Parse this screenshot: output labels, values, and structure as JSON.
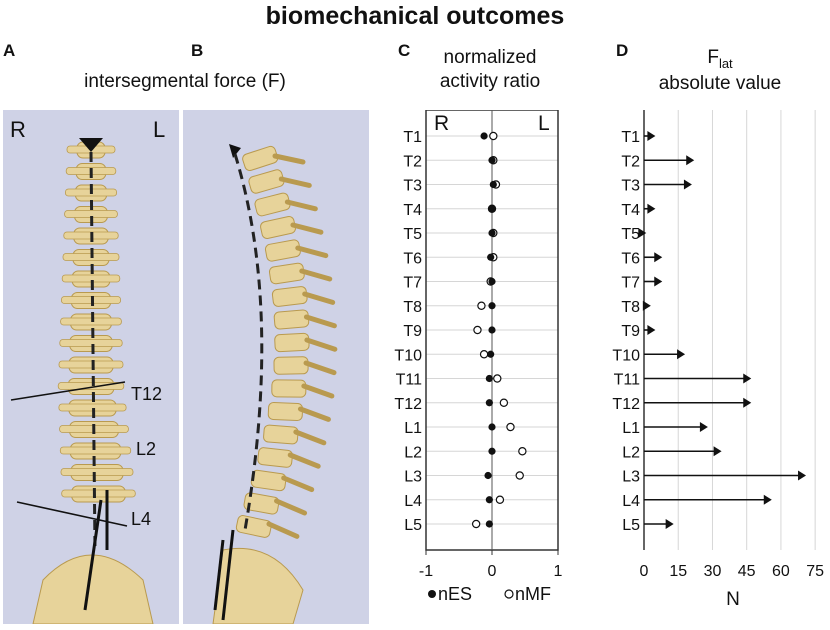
{
  "figure": {
    "title": "biomechanical outcomes",
    "panels": {
      "A": {
        "letter": "A",
        "title": "intersegmental force (F)",
        "side_left": "R",
        "side_right": "L"
      },
      "B": {
        "letter": "B"
      },
      "C": {
        "letter": "C",
        "title_line1": "normalized",
        "title_line2": "activity ratio"
      },
      "D": {
        "letter": "D",
        "title_main": "F",
        "title_sub": "lat",
        "title_line2": "absolute value"
      }
    },
    "annotations": [
      "T12",
      "L2",
      "L4"
    ],
    "colors": {
      "bone": "#e7d39a",
      "bone_dark": "#b99a4f",
      "photo_bg": "#cfd2e6",
      "grid": "#d6d6d6",
      "ink": "#111111"
    }
  },
  "chart_data": [
    {
      "type": "scatter",
      "panel": "C",
      "title": "normalized activity ratio",
      "categories": [
        "T1",
        "T2",
        "T3",
        "T4",
        "T5",
        "T6",
        "T7",
        "T8",
        "T9",
        "T10",
        "T11",
        "T12",
        "L1",
        "L2",
        "L3",
        "L4",
        "L5"
      ],
      "series": [
        {
          "name": "nES",
          "marker": "filled-circle",
          "values": [
            -0.12,
            0.0,
            0.02,
            0.0,
            0.0,
            -0.02,
            0.0,
            0.0,
            0.0,
            -0.02,
            -0.04,
            -0.04,
            0.0,
            0.0,
            -0.06,
            -0.04,
            -0.04
          ]
        },
        {
          "name": "nMF",
          "marker": "open-circle",
          "values": [
            0.02,
            0.02,
            0.06,
            0.0,
            0.02,
            0.02,
            -0.02,
            -0.16,
            -0.22,
            -0.12,
            0.08,
            0.18,
            0.28,
            0.46,
            0.42,
            0.12,
            -0.24
          ]
        }
      ],
      "xlim": [
        -1,
        1
      ],
      "xticks": [
        "-1",
        "0",
        "1"
      ],
      "inner_labels": {
        "left": "R",
        "right": "L"
      },
      "legend": "bottom"
    },
    {
      "type": "bar",
      "orientation": "horizontal-arrows",
      "panel": "D",
      "title": "Flat absolute value",
      "categories": [
        "T1",
        "T2",
        "T3",
        "T4",
        "T5",
        "T6",
        "T7",
        "T8",
        "T9",
        "T10",
        "T11",
        "T12",
        "L1",
        "L2",
        "L3",
        "L4",
        "L5"
      ],
      "values": [
        5,
        22,
        21,
        5,
        1,
        8,
        8,
        3,
        5,
        18,
        47,
        47,
        28,
        34,
        71,
        56,
        13
      ],
      "xlabel": "N",
      "xlim": [
        0,
        78
      ],
      "xticks": [
        0,
        15,
        30,
        45,
        60,
        75
      ],
      "grid": true
    }
  ]
}
